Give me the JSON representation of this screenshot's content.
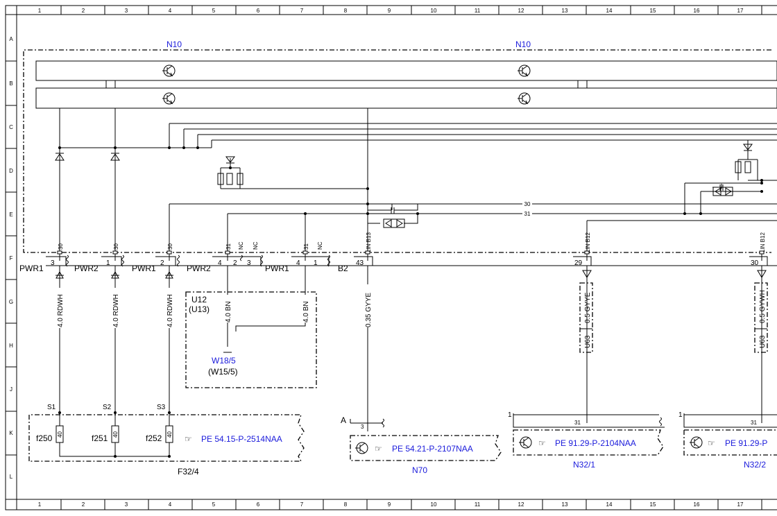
{
  "grid": {
    "columns": [
      "1",
      "2",
      "3",
      "4",
      "5",
      "6",
      "7",
      "8",
      "9",
      "10",
      "11",
      "12",
      "13",
      "14",
      "15",
      "16",
      "17"
    ],
    "rows": [
      "A",
      "B",
      "C",
      "D",
      "E",
      "F",
      "G",
      "H",
      "J",
      "K",
      "L"
    ]
  },
  "modules": {
    "n10_left": "N10",
    "n10_right": "N10",
    "u12": "U12",
    "u13": "(U13)",
    "w18_5": "W18/5",
    "w15_5": "(W15/5)",
    "f32_4": "F32/4",
    "n70": "N70",
    "n32_1": "N32/1",
    "n32_2": "N32/2"
  },
  "pins": {
    "p30": "30",
    "p31": "31",
    "nc": "NC",
    "lin_b13": "LIN B13",
    "lin_b12": "LIN B12",
    "lin_b12b": "LIN B12"
  },
  "connectors": {
    "pwr1_a": "PWR1",
    "pwr1_a_pin": "3",
    "pwr2_a": "PWR2",
    "pwr2_a_pin": "1",
    "pwr1_b": "PWR1",
    "pwr1_b_pin": "2",
    "pwr2_b": "PWR2",
    "pwr2_b_pin1": "4",
    "pwr2_b_pin2": "2",
    "pwr2_b_pin3": "3",
    "pwr1_c": "PWR1",
    "pwr1_c_pin1": "4",
    "pwr1_c_pin2": "1",
    "b2": "B2",
    "b2_pin": "43",
    "pin_29": "29",
    "pin_30": "30"
  },
  "bus_labels": {
    "l30": "30",
    "l31": "31"
  },
  "wires": {
    "w1": "4.0 RDWH",
    "w2": "4.0 RDWH",
    "w3": "4.0 RDWH",
    "w4": "4.0 BN",
    "w5": "4.0 BN",
    "w6": "0.35 GYYE",
    "w7": "0.5 GYYE",
    "w8": "0.5 GYWH"
  },
  "plugs": {
    "u63_a": "U63",
    "u63_b": "U63"
  },
  "fuses": {
    "s1": "S1",
    "s2": "S2",
    "s3": "S3",
    "f250": "f250",
    "f251": "f251",
    "f252": "f252",
    "rating": "40"
  },
  "refs": {
    "ref_f32": "PE 54.15-P-2514NAA",
    "ref_n70": "PE 54.21-P-2107NAA",
    "ref_n32_1": "PE 91.29-P-2104NAA",
    "ref_n32_2": "PE 91.29-P"
  },
  "misc": {
    "a": "A",
    "pin3": "3",
    "one_a": "1",
    "one_b": "1",
    "n32_pin31a": "31",
    "n32_pin31b": "31"
  },
  "icons": {
    "pointer": "☞"
  }
}
